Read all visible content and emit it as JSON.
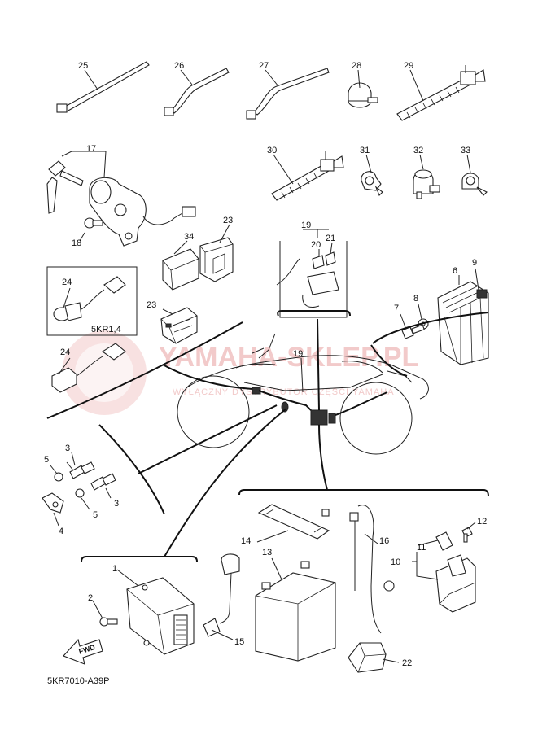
{
  "diagram_code": "5KR7010-A39P",
  "variant_label": "5KR1,4",
  "direction_label": "FWD",
  "watermark": {
    "brand": "YAMAHA-SKLEP.PL",
    "tagline": "WYŁĄCZNY DYSTRYBUTOR CZĘŚCI YAMAHA",
    "color": "#f2caca"
  },
  "callouts": {
    "n1": "1",
    "n2": "2",
    "n3a": "3",
    "n3b": "3",
    "n4": "4",
    "n5a": "5",
    "n5b": "5",
    "n6": "6",
    "n7": "7",
    "n8": "8",
    "n9": "9",
    "n10": "10",
    "n11": "11",
    "n12": "12",
    "n13": "13",
    "n14": "14",
    "n15": "15",
    "n16": "16",
    "n17": "17",
    "n18": "18",
    "n19a": "19",
    "n19b": "19",
    "n20": "20",
    "n21": "21",
    "n22": "22",
    "n23a": "23",
    "n23b": "23",
    "n24a": "24",
    "n24b": "24",
    "n25": "25",
    "n26": "26",
    "n27": "27",
    "n28": "28",
    "n29": "29",
    "n30": "30",
    "n31": "31",
    "n32": "32",
    "n33": "33",
    "n34": "34"
  }
}
